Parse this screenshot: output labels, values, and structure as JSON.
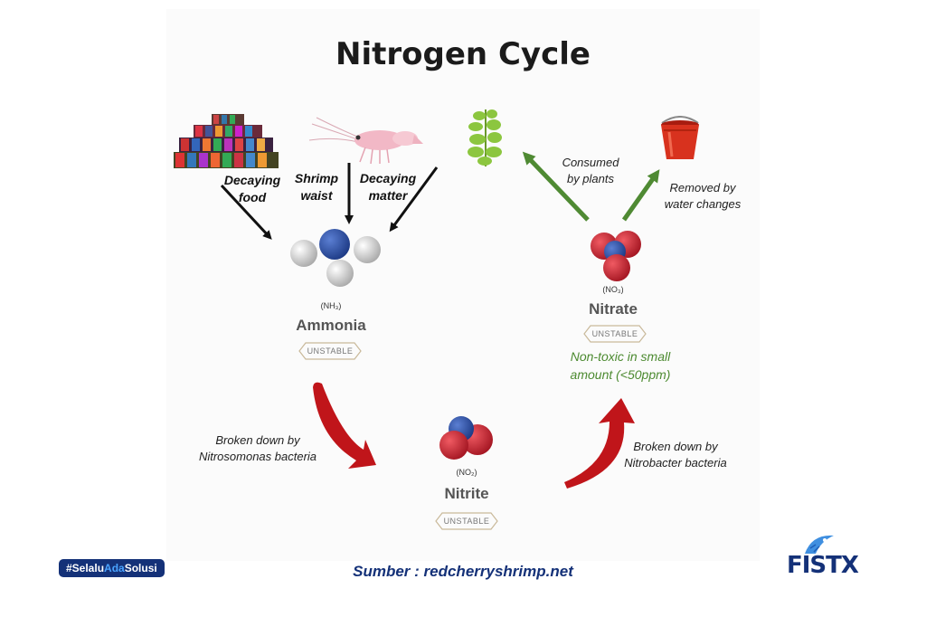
{
  "title": "Nitrogen Cycle",
  "inputs": {
    "decaying_food": [
      "Decaying",
      "food"
    ],
    "shrimp_waist": [
      "Shrimp",
      "waist"
    ],
    "decaying_matter": [
      "Decaying",
      "matter"
    ]
  },
  "ammonia": {
    "formula": "(NH₃)",
    "name": "Ammonia",
    "badge": "UNSTABLE"
  },
  "nitrite": {
    "formula": "(NO₂)",
    "name": "Nitrite",
    "badge": "UNSTABLE"
  },
  "nitrate": {
    "formula": "(NO₃)",
    "name": "Nitrate",
    "badge": "UNSTABLE",
    "note": [
      "Non-toxic in small",
      "amount (<50ppm)"
    ]
  },
  "steps": {
    "ammonia_to_nitrite": [
      "Broken down by",
      "Nitrosomonas bacteria"
    ],
    "nitrite_to_nitrate": [
      "Broken down by",
      "Nitrobacter bacteria"
    ],
    "consumed": [
      "Consumed",
      "by plants"
    ],
    "removed": [
      "Removed by",
      "water changes"
    ]
  },
  "footer": {
    "hashtag_prefix": "#Selalu",
    "hashtag_highlight": "Ada",
    "hashtag_suffix": "Solusi",
    "source": "Sumber : redcherryshrimp.net",
    "logo": "FISTX"
  },
  "colors": {
    "black_arrow": "#111111",
    "red_arrow": "#c0151a",
    "green_arrow": "#4f8a33",
    "nitrogen": "#2b4fa3",
    "oxygen": "#d42a35",
    "hydrogen": "#e6e6e6",
    "brand": "#143178"
  },
  "icons": [
    "food-cans-icon",
    "shrimp-icon",
    "plant-icon",
    "bucket-icon"
  ]
}
